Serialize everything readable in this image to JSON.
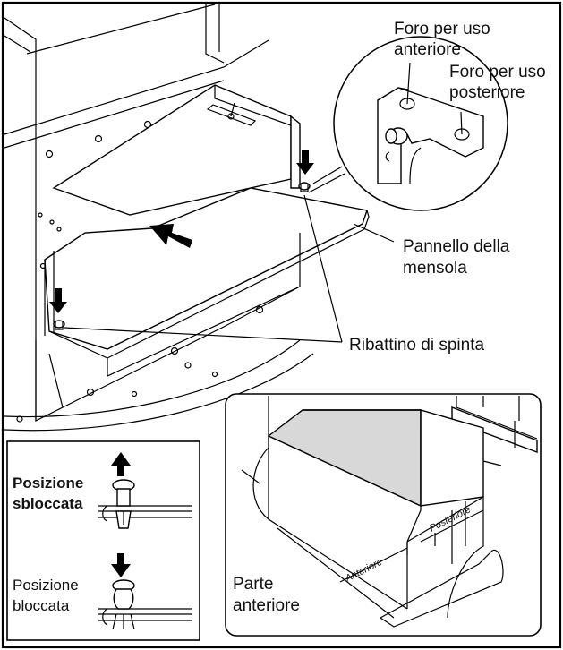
{
  "labels": {
    "front_hole": [
      "Foro per uso",
      "anteriore"
    ],
    "rear_hole": [
      "Foro per uso",
      "posteriore"
    ],
    "shelf_panel": [
      "Pannello della",
      "mensola"
    ],
    "push_rivet": "Ribattino di spinta",
    "front_part": [
      "Parte",
      "anteriore"
    ],
    "unlocked": [
      "Posizione",
      "sbloccata"
    ],
    "locked": [
      "Posizione",
      "bloccata"
    ],
    "front_tag": "Anteriore",
    "rear_tag": "Posteriore"
  },
  "colors": {
    "line": "#000000",
    "shelf_fill": "#d8d8d8",
    "locked_text": "#555555"
  }
}
